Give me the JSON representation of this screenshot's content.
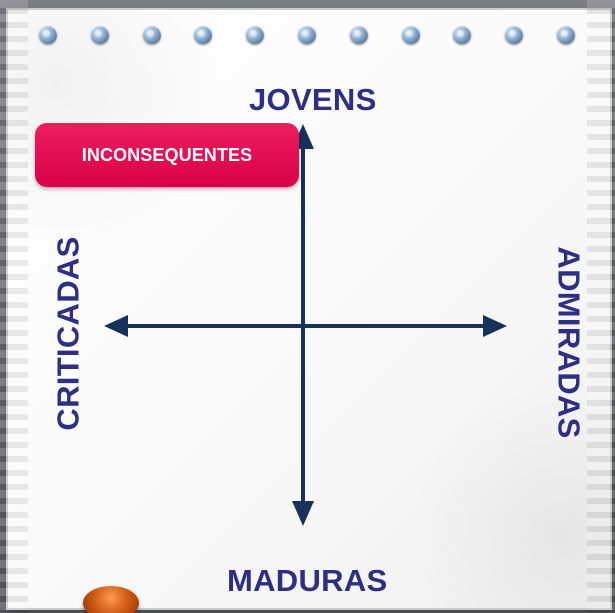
{
  "diagram": {
    "top_label": "JOVENS",
    "bottom_label": "MADURAS",
    "left_label": "CRITICADAS",
    "right_label": "ADMIRADAS",
    "callout_label": "INCONSEQUENTES"
  },
  "colors": {
    "axis": "#17325a",
    "label": "#2e2f83",
    "callout": "#e70f52",
    "callout_text": "#ffffff"
  }
}
